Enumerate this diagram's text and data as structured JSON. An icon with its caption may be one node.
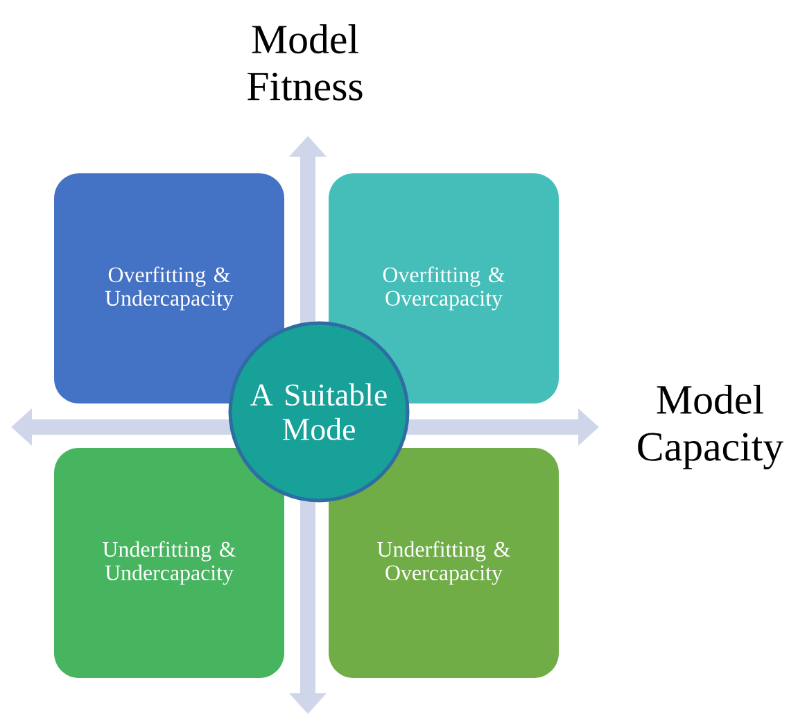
{
  "diagram": {
    "nodes": [
      {
        "text": [
          "Overfitting & Undercapacity"
        ]
      },
      {
        "text": [
          "Overfitting & Overcapacity"
        ]
      },
      {
        "text": [
          "Underfitting & Undercapacity"
        ]
      },
      {
        "text": [
          "Underfitting & Overcapacity"
        ]
      },
      {
        "text": [
          "A Suitable Mode"
        ]
      }
    ],
    "labels": [
      "Model Fitness",
      "Model Capacity"
    ]
  }
}
